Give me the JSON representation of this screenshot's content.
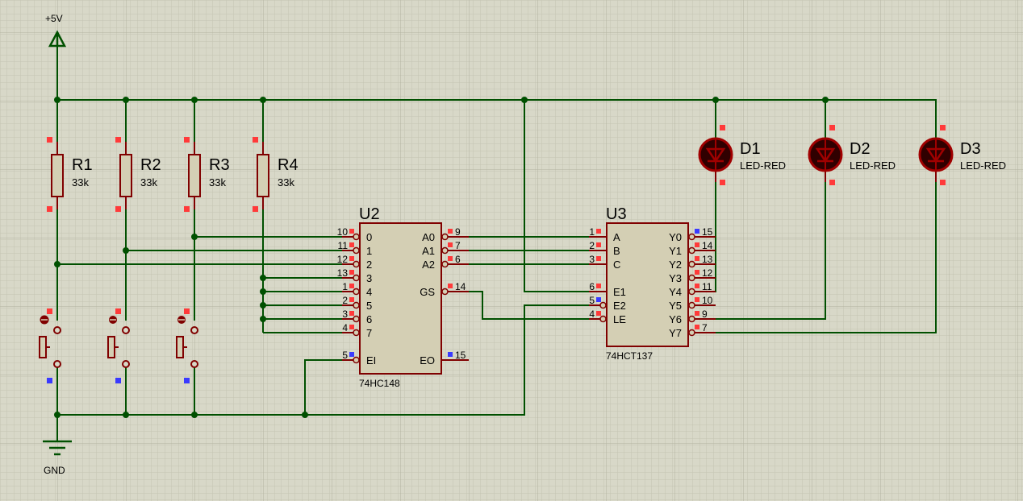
{
  "power": {
    "vcc_label": "+5V",
    "gnd_label": "GND"
  },
  "resistors": [
    {
      "ref": "R1",
      "value": "33k"
    },
    {
      "ref": "R2",
      "value": "33k"
    },
    {
      "ref": "R3",
      "value": "33k"
    },
    {
      "ref": "R4",
      "value": "33k"
    }
  ],
  "buttons": [
    {
      "id": "btn1"
    },
    {
      "id": "btn2"
    },
    {
      "id": "btn3"
    }
  ],
  "u2": {
    "ref": "U2",
    "part": "74HC148",
    "left_pins": [
      {
        "num": "10",
        "name": "0"
      },
      {
        "num": "11",
        "name": "1"
      },
      {
        "num": "12",
        "name": "2"
      },
      {
        "num": "13",
        "name": "3"
      },
      {
        "num": "1",
        "name": "4"
      },
      {
        "num": "2",
        "name": "5"
      },
      {
        "num": "3",
        "name": "6"
      },
      {
        "num": "4",
        "name": "7"
      },
      {
        "num": "5",
        "name": "EI"
      }
    ],
    "right_pins": [
      {
        "num": "9",
        "name": "A0"
      },
      {
        "num": "7",
        "name": "A1"
      },
      {
        "num": "6",
        "name": "A2"
      },
      {
        "num": "14",
        "name": "GS"
      },
      {
        "num": "15",
        "name": "EO"
      }
    ]
  },
  "u3": {
    "ref": "U3",
    "part": "74HCT137",
    "left_pins": [
      {
        "num": "1",
        "name": "A"
      },
      {
        "num": "2",
        "name": "B"
      },
      {
        "num": "3",
        "name": "C"
      },
      {
        "num": "6",
        "name": "E1"
      },
      {
        "num": "5",
        "name": "E2"
      },
      {
        "num": "4",
        "name": "LE"
      }
    ],
    "right_pins": [
      {
        "num": "15",
        "name": "Y0"
      },
      {
        "num": "14",
        "name": "Y1"
      },
      {
        "num": "13",
        "name": "Y2"
      },
      {
        "num": "12",
        "name": "Y3"
      },
      {
        "num": "11",
        "name": "Y4"
      },
      {
        "num": "10",
        "name": "Y5"
      },
      {
        "num": "9",
        "name": "Y6"
      },
      {
        "num": "7",
        "name": "Y7"
      }
    ]
  },
  "leds": [
    {
      "ref": "D1",
      "value": "LED-RED"
    },
    {
      "ref": "D2",
      "value": "LED-RED"
    },
    {
      "ref": "D3",
      "value": "LED-RED"
    }
  ],
  "colors": {
    "background": "#d8d8c8",
    "grid_minor": "#c4c4b2",
    "grid_major": "#b2b2a0",
    "wire": "#005000",
    "component": "#800000",
    "chip_fill": "#d4cfb4",
    "pin_red": "#ff3a3a",
    "pin_blue": "#3a3aff",
    "led_fill": "#300000",
    "led_body": "#a00000"
  }
}
